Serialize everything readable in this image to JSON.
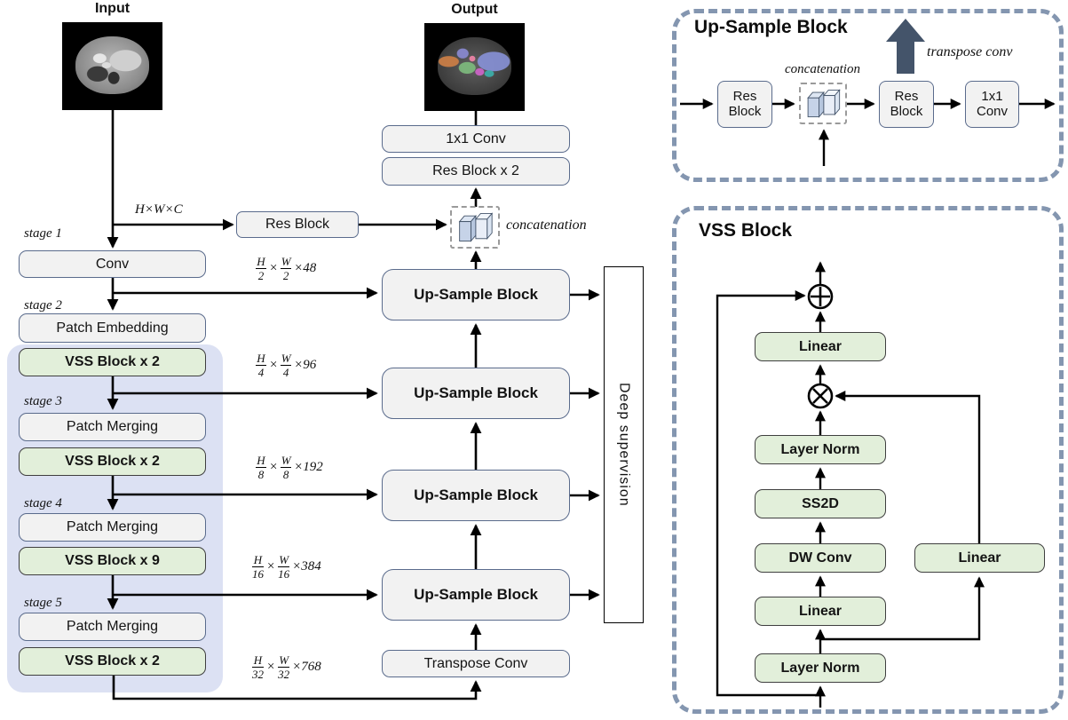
{
  "main": {
    "input_label": "Input",
    "output_label": "Output",
    "tensor_label": "H×W×C",
    "concatenation_label": "concatenation",
    "stage_labels": [
      "stage 1",
      "stage 2",
      "stage 3",
      "stage 4",
      "stage 5"
    ],
    "encoder_boxes": [
      "Conv",
      "Patch Embedding",
      "VSS Block x 2",
      "Patch Merging",
      "VSS Block x 2",
      "Patch Merging",
      "VSS Block x 9",
      "Patch Merging",
      "VSS Block x 2"
    ],
    "res_block_label": "Res Block",
    "decoder": {
      "conv1x1_label": "1x1 Conv",
      "res_block_x2_label": "Res Block x 2",
      "upsample_label": "Up-Sample Block",
      "transpose_conv_label": "Transpose Conv",
      "deep_supervision_label": "Deep supervision"
    },
    "skip_labels": [
      {
        "h": "H",
        "hd": "2",
        "times": "×",
        "w": "W",
        "wd": "2",
        "ch": "×48"
      },
      {
        "h": "H",
        "hd": "4",
        "times": "×",
        "w": "W",
        "wd": "4",
        "ch": "×96"
      },
      {
        "h": "H",
        "hd": "8",
        "times": "×",
        "w": "W",
        "wd": "8",
        "ch": "×192"
      },
      {
        "h": "H",
        "hd": "16",
        "times": "×",
        "w": "W",
        "wd": "16",
        "ch": "×384"
      },
      {
        "h": "H",
        "hd": "32",
        "times": "×",
        "w": "W",
        "wd": "32",
        "ch": "×768"
      }
    ]
  },
  "upsample_panel": {
    "title": "Up-Sample Block",
    "transpose_conv_label": "transpose conv",
    "concatenation_label": "concatenation",
    "res_block_line1": "Res",
    "res_block_line2": "Block",
    "conv_line1": "1x1",
    "conv_line2": "Conv"
  },
  "vss_panel": {
    "title": "VSS Block",
    "chain_boxes": [
      "Linear",
      "Layer Norm",
      "SS2D",
      "DW Conv",
      "Linear",
      "Layer Norm"
    ],
    "right_box": "Linear",
    "add_symbol": "⊕",
    "multiply_symbol": "⊗"
  },
  "colors": {
    "green_fill": "#e2efda",
    "gray_fill": "#f2f2f2",
    "lavender_bg": "#dce1f3",
    "dashed_border": "#8496b0",
    "dark_arrow": "#44546a"
  }
}
